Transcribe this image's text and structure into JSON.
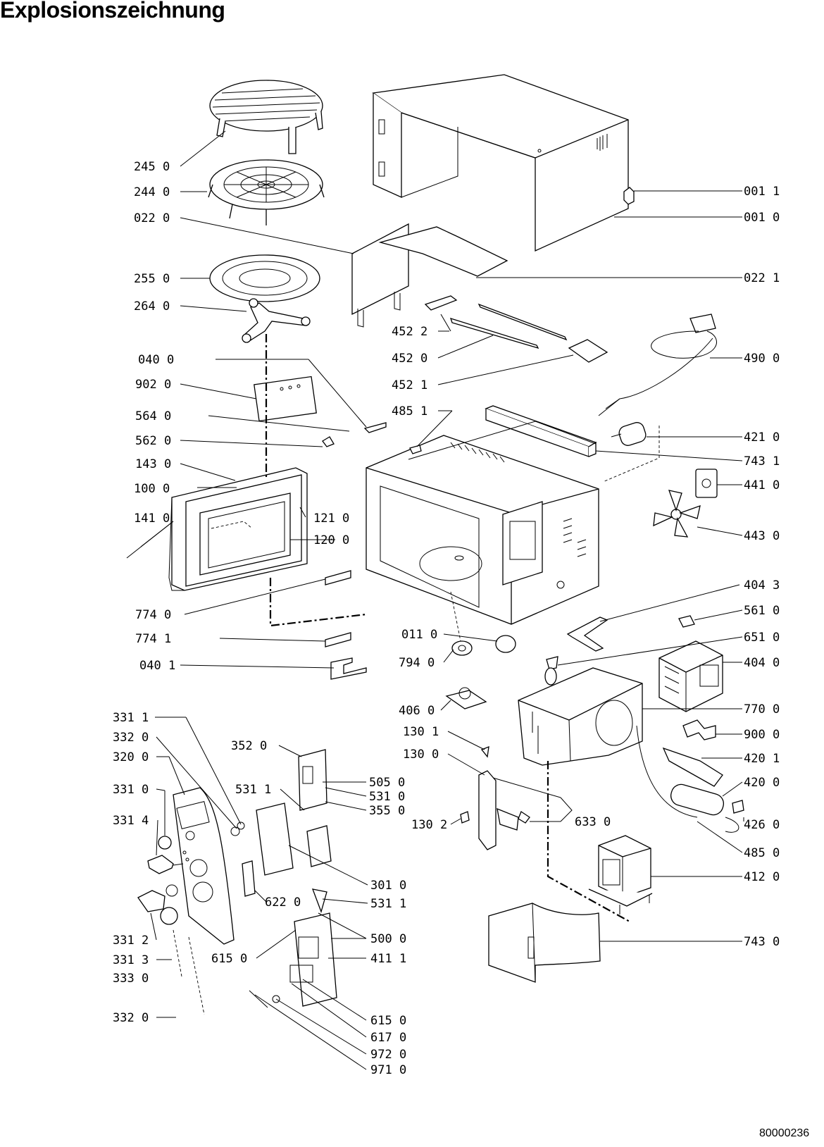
{
  "title": "Explosionszeichnung",
  "document_number": "80000236",
  "part_labels": [
    "245 0",
    "244 0",
    "022 0",
    "255 0",
    "264 0",
    "040 0",
    "902 0",
    "564 0",
    "562 0",
    "143 0",
    "100 0",
    "141 0",
    "121 0",
    "120 0",
    "774 0",
    "774 1",
    "040 1",
    "001 1",
    "001 0",
    "022 1",
    "452 2",
    "452 0",
    "452 1",
    "485 1",
    "490 0",
    "421 0",
    "743 1",
    "441 0",
    "443 0",
    "404 3",
    "561 0",
    "651 0",
    "011 0",
    "794 0",
    "404 0",
    "406 0",
    "770 0",
    "900 0",
    "420 1",
    "420 0",
    "130 1",
    "130 0",
    "633 0",
    "130 2",
    "426 0",
    "485 0",
    "412 0",
    "743 0",
    "331 1",
    "332 0",
    "320 0",
    "331 0",
    "331 4",
    "331 2",
    "331 3",
    "333 0",
    "332 0",
    "352 0",
    "505 0",
    "531 0",
    "355 0",
    "531 1",
    "301 0",
    "622 0",
    "531 1",
    "500 0",
    "615 0",
    "411 1",
    "615 0",
    "617 0",
    "972 0",
    "971 0"
  ]
}
